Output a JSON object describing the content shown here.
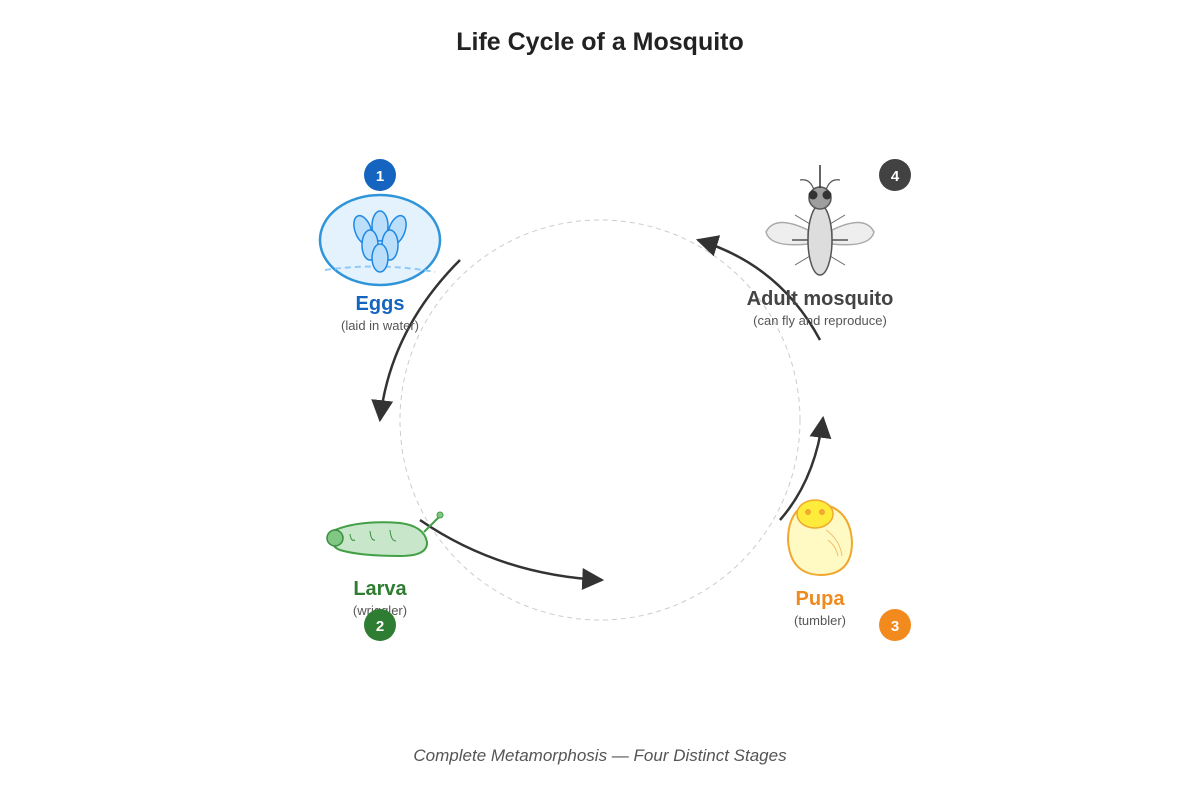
{
  "title": "Life Cycle of a Mosquito",
  "footer": "Complete Metamorphosis — Four Distinct Stages",
  "stages": [
    {
      "number": "1",
      "name": "Eggs",
      "note": "(laid in water)",
      "color": "#1565c0",
      "badge_color": "#1565c0",
      "icon": "eggs-icon"
    },
    {
      "number": "2",
      "name": "Larva",
      "note": "(wriggler)",
      "color": "#2e7d32",
      "badge_color": "#2e7d32",
      "icon": "larva-icon"
    },
    {
      "number": "3",
      "name": "Pupa",
      "note": "(tumbler)",
      "color": "#ef8a1f",
      "badge_color": "#f28a1e",
      "icon": "pupa-icon"
    },
    {
      "number": "4",
      "name": "Adult mosquito",
      "note": "(can fly and reproduce)",
      "color": "#444444",
      "badge_color": "#424242",
      "icon": "adult-mosquito-icon"
    }
  ]
}
